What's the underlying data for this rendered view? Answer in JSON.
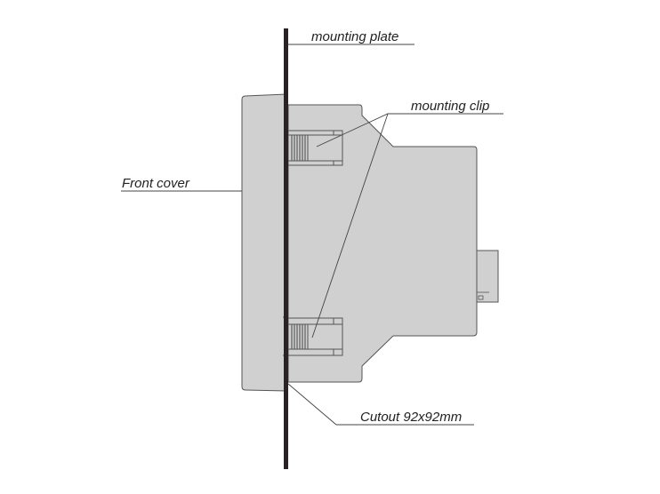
{
  "labels": {
    "mounting_plate": "mounting plate",
    "mounting_clip": "mounting clip",
    "front_cover": "Front cover",
    "cutout": "Cutout 92x92mm"
  },
  "colors": {
    "body_fill": "#d0d0d0",
    "outline": "#555555",
    "plate": "#2a2225"
  }
}
